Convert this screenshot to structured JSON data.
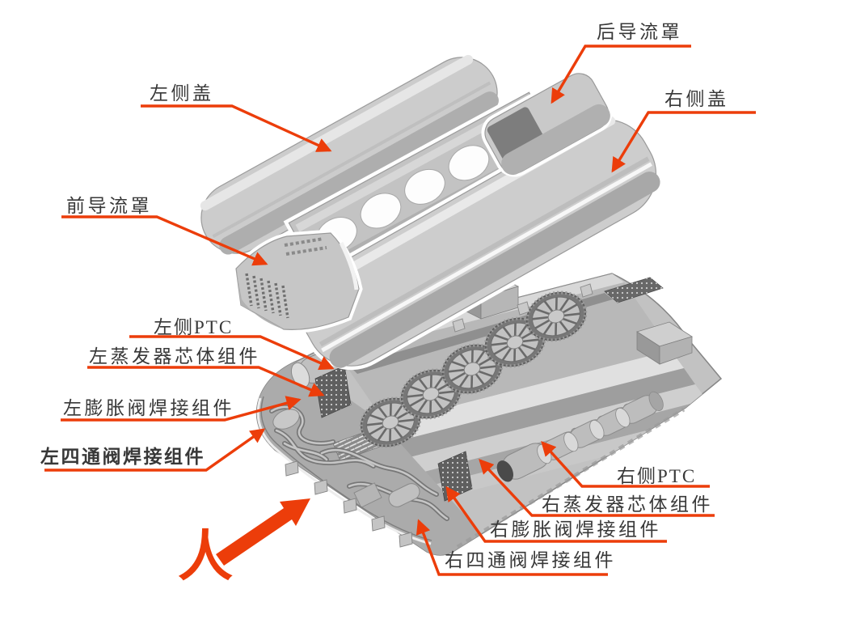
{
  "palette": {
    "accent": "#EC3D0A",
    "label_text": "#383838",
    "machine_light": "#cdcdcd",
    "machine_mid": "#b0b0b0",
    "machine_dark": "#7d7d7d",
    "background": "#ffffff"
  },
  "labels": {
    "rear_deflector": "后导流罩",
    "left_cover": "左侧盖",
    "right_cover": "右侧盖",
    "front_deflector": "前导流罩",
    "left_ptc": "左侧PTC",
    "left_evaporator": "左蒸发器芯体组件",
    "left_expansion_valve": "左膨胀阀焊接组件",
    "left_four_way_valve": "左四通阀焊接组件",
    "right_ptc": "右侧PTC",
    "right_evaporator": "右蒸发器芯体组件",
    "right_expansion_valve": "右膨胀阀焊接组件",
    "right_four_way_valve": "右四通阀焊接组件",
    "direction_person": "人"
  }
}
